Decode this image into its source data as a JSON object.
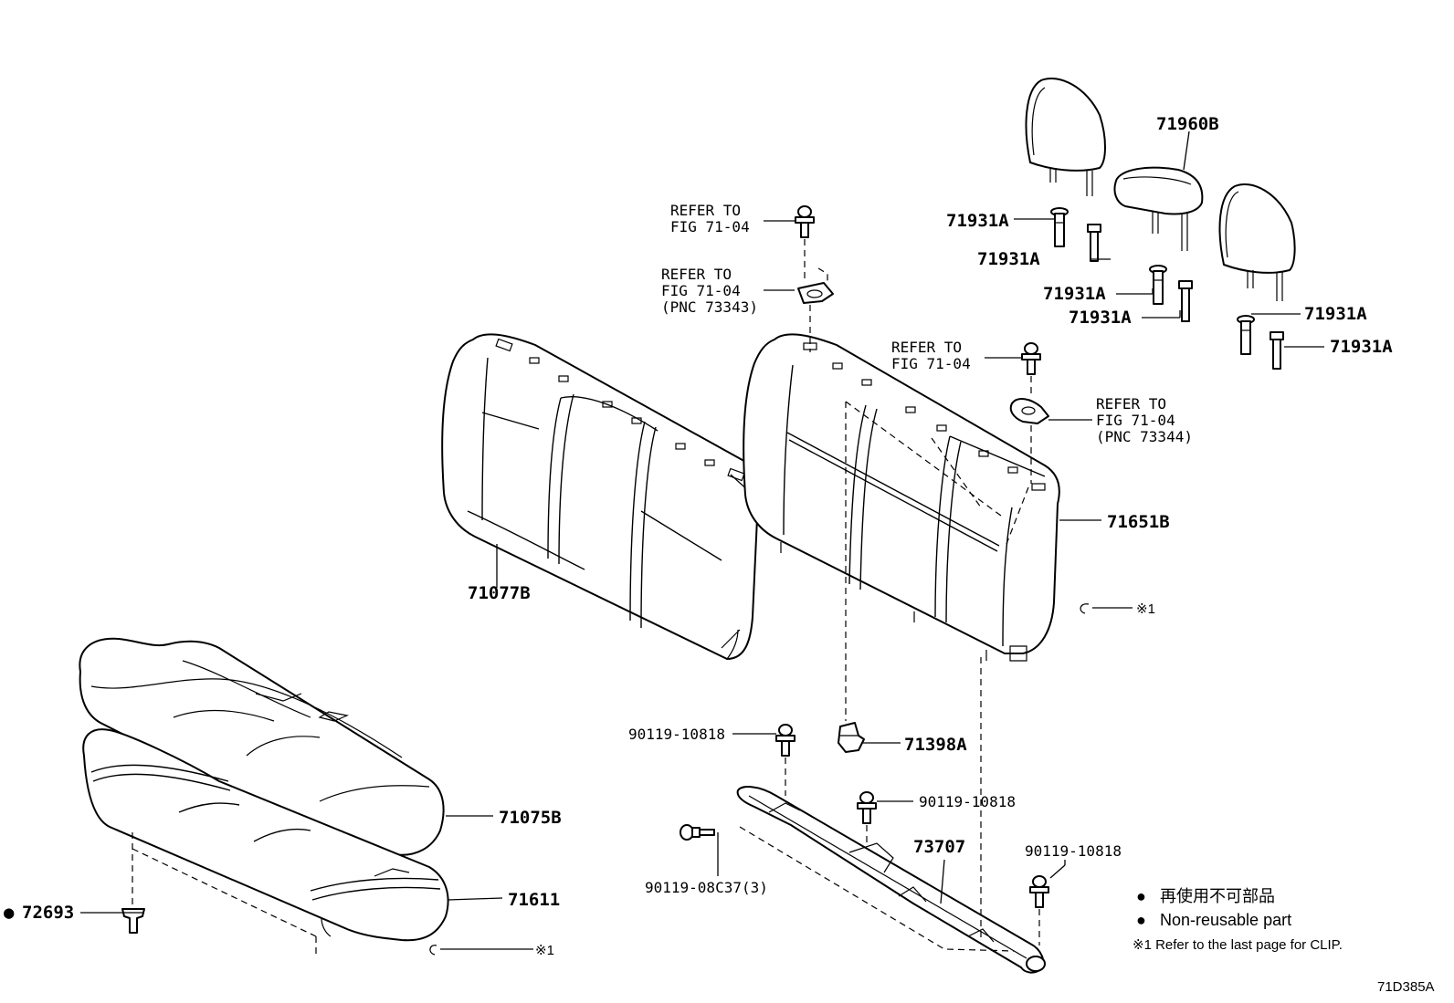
{
  "diagram_id": "71D385A",
  "parts": {
    "headrest_cover": "71960B",
    "headrest_support": "71931A",
    "seatback_cover_left": "71077B",
    "seatback_pad_right": "71651B",
    "cushion_cover": "71075B",
    "cushion_pad": "71611",
    "cushion_clip": "72693",
    "hook": "71398A",
    "bracket": "73707",
    "bolt": "90119-10818",
    "bolt_qty": "90119-08C37(3)"
  },
  "refs": {
    "refer_to": "REFER TO",
    "fig": "FIG 71-04",
    "pnc_73343": "(PNC 73343)",
    "pnc_73344": "(PNC 73344)"
  },
  "clip_marker": "※1",
  "legend": {
    "bullet": "●",
    "non_reusable_jp": "再使用不可部品",
    "non_reusable_en": "Non-reusable part",
    "clip_note": "※1  Refer to the last page for CLIP."
  }
}
